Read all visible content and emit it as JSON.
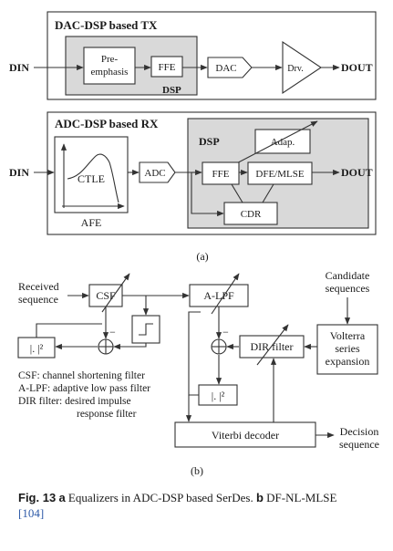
{
  "part_a": {
    "tx": {
      "title": "DAC-DSP based TX",
      "din": "DIN",
      "dout": "DOUT",
      "pre_emphasis": [
        "Pre-",
        "emphasis"
      ],
      "ffe": "FFE",
      "dsp": "DSP",
      "dac": "DAC",
      "drv": "Drv."
    },
    "rx": {
      "title": "ADC-DSP based RX",
      "din": "DIN",
      "dout": "DOUT",
      "ctle": "CTLE",
      "afe": "AFE",
      "adc": "ADC",
      "dsp": "DSP",
      "adap": "Adap.",
      "ffe": "FFE",
      "dfe_mlse": "DFE/MLSE",
      "cdr": "CDR"
    },
    "label": "(a)"
  },
  "part_b": {
    "received": [
      "Received",
      "sequence"
    ],
    "csf": "CSF",
    "alpf": "A-LPF",
    "abs_sq": "|. |²",
    "minus": "−",
    "candidate": [
      "Candidate",
      "sequences"
    ],
    "volterra": [
      "Volterra",
      "series",
      "expansion"
    ],
    "dir_filter": "DIR filter",
    "viterbi": "Viterbi decoder",
    "decision": [
      "Decision",
      "sequence"
    ],
    "legend": [
      "CSF: channel shortening filter",
      "A-LPF: adaptive low pass filter",
      "DIR filter: desired impulse",
      "response filter"
    ],
    "label": "(b)"
  },
  "caption": {
    "fig_label": "Fig. 13",
    "a_letter": "a",
    "a_text": "Equalizers in ADC-DSP based SerDes.",
    "b_letter": "b",
    "b_text": "DF-NL-MLSE",
    "ref": "[104]"
  }
}
